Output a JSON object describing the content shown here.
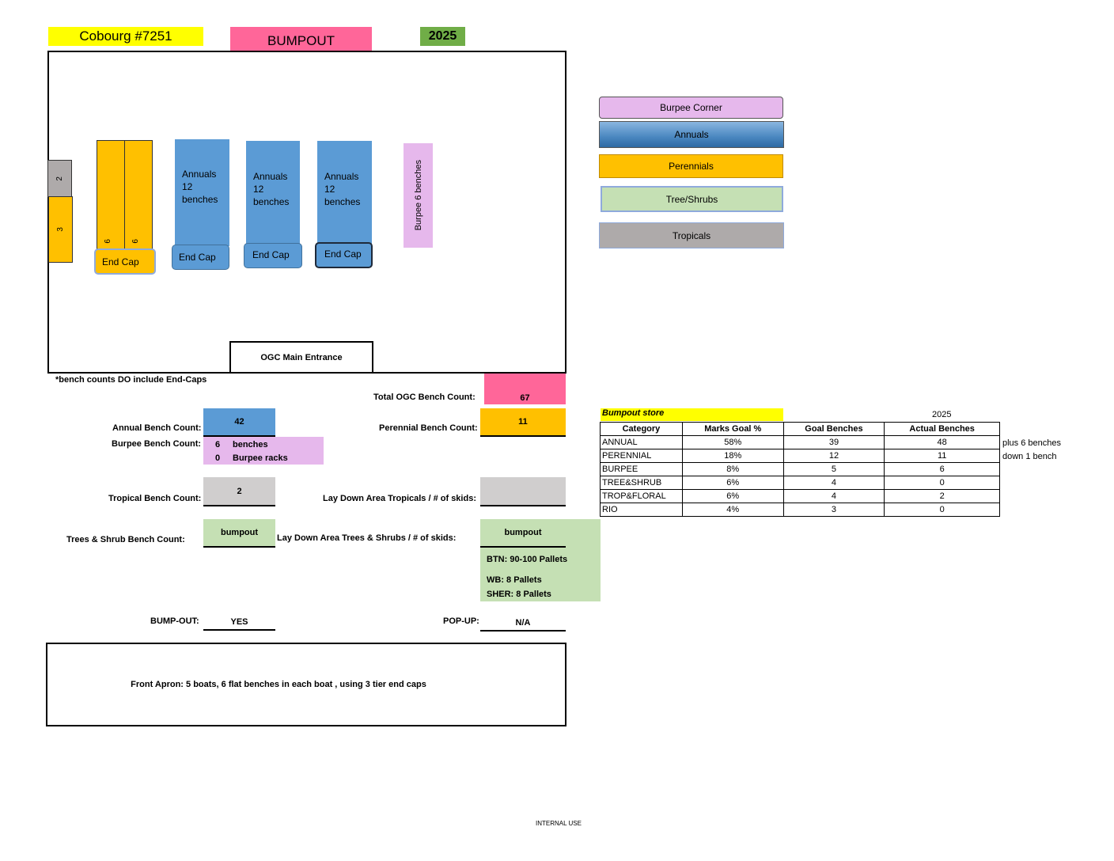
{
  "header": {
    "store": "Cobourg #7251",
    "type": "BUMPOUT",
    "year": "2025"
  },
  "floor": {
    "trop_small": "2",
    "perennial_small": "3",
    "perennial_bench_a": "6",
    "perennial_bench_b": "6",
    "end_cap": "End Cap",
    "annual_blocks": [
      {
        "line1": "Annuals",
        "line2": "12",
        "line3": "benches"
      },
      {
        "line1": "Annuals",
        "line2": "12",
        "line3": "benches"
      },
      {
        "line1": "Annuals",
        "line2": "12",
        "line3": "benches"
      }
    ],
    "burpee": "Burpee 6 benches",
    "entrance": "OGC Main Entrance"
  },
  "legend": [
    "Burpee Corner",
    "Annuals",
    "Perennials",
    "Tree/Shrubs",
    "Tropicals"
  ],
  "note": "*bench counts DO include End-Caps",
  "counts": {
    "total_label": "Total OGC Bench Count:",
    "total": "67",
    "annual_label": "Annual Bench Count:",
    "annual": "42",
    "perennial_label": "Perennial Bench Count:",
    "perennial": "11",
    "burpee_label": "Burpee Bench Count:",
    "burpee_benches": "6",
    "burpee_benches_unit": "benches",
    "burpee_racks": "0",
    "burpee_racks_unit": "Burpee racks",
    "tropical_label": "Tropical Bench Count:",
    "tropical": "2",
    "laydown_trop_label": "Lay Down Area Tropicals / # of skids:",
    "laydown_trop": "",
    "trees_label": "Trees & Shrub Bench Count:",
    "trees": "bumpout",
    "laydown_trees_label": "Lay Down Area Trees & Shrubs / # of skids:",
    "laydown_trees": "bumpout",
    "pallets": [
      "BTN: 90-100 Pallets",
      "WB: 8 Pallets",
      "SHER: 8 Pallets"
    ],
    "bumpout_label": "BUMP-OUT:",
    "bumpout": "YES",
    "popup_label": "POP-UP:",
    "popup": "N/A"
  },
  "apron": "Front Apron: 5 boats, 6 flat benches in each boat , using 3 tier end caps",
  "table": {
    "title": "Bumpout store",
    "year": "2025",
    "headers": [
      "Category",
      "Marks Goal %",
      "Goal Benches",
      "Actual Benches"
    ],
    "rows": [
      [
        "ANNUAL",
        "58%",
        "39",
        "48",
        "plus 6 benches"
      ],
      [
        "PERENNIAL",
        "18%",
        "12",
        "11",
        "down 1 bench"
      ],
      [
        "BURPEE",
        "8%",
        "5",
        "6",
        ""
      ],
      [
        "TREE&SHRUB",
        "6%",
        "4",
        "0",
        ""
      ],
      [
        "TROP&FLORAL",
        "6%",
        "4",
        "2",
        ""
      ],
      [
        "RIO",
        "4%",
        "3",
        "0",
        ""
      ]
    ]
  },
  "footer": "INTERNAL USE"
}
